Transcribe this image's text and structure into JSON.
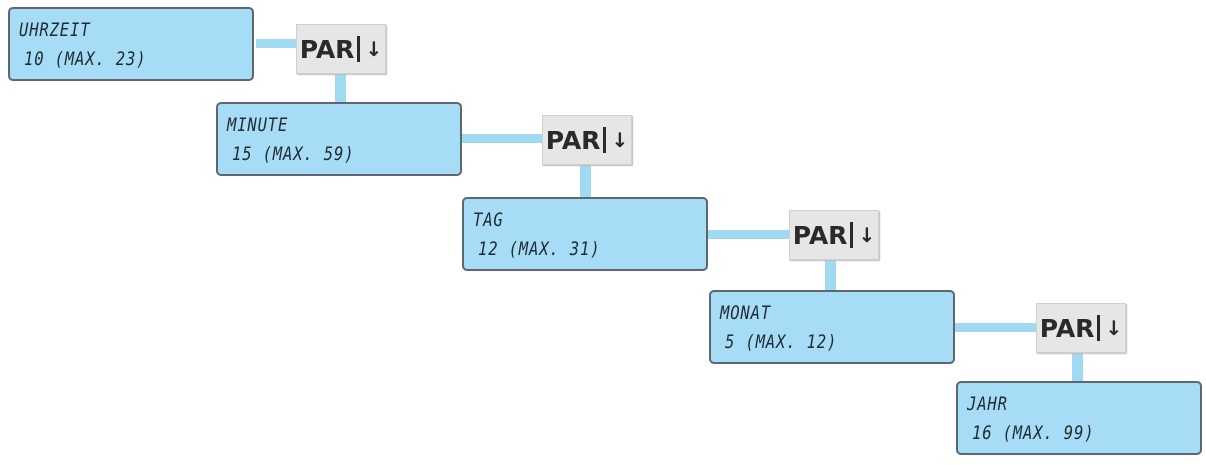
{
  "steps": [
    {
      "label": "UHRZEIT",
      "value_line": "10  (MAX. 23)",
      "key": "PAR",
      "key_icon": "down-arrow-icon"
    },
    {
      "label": "MINUTE",
      "value_line": "15  (MAX. 59)",
      "key": "PAR",
      "key_icon": "down-arrow-icon"
    },
    {
      "label": "TAG",
      "value_line": "12  (MAX. 31)",
      "key": "PAR",
      "key_icon": "down-arrow-icon"
    },
    {
      "label": "MONAT",
      "value_line": "5  (MAX. 12)",
      "key": "PAR",
      "key_icon": "down-arrow-icon"
    },
    {
      "label": "JAHR",
      "value_line": "16  (MAX. 99)"
    }
  ],
  "colors": {
    "display_bg": "#a7dcf6",
    "display_border": "#5d6770",
    "connector": "#9fd9f2",
    "key_bg": "#e6e6e6"
  },
  "symbols": {
    "down_arrow": "↓"
  }
}
